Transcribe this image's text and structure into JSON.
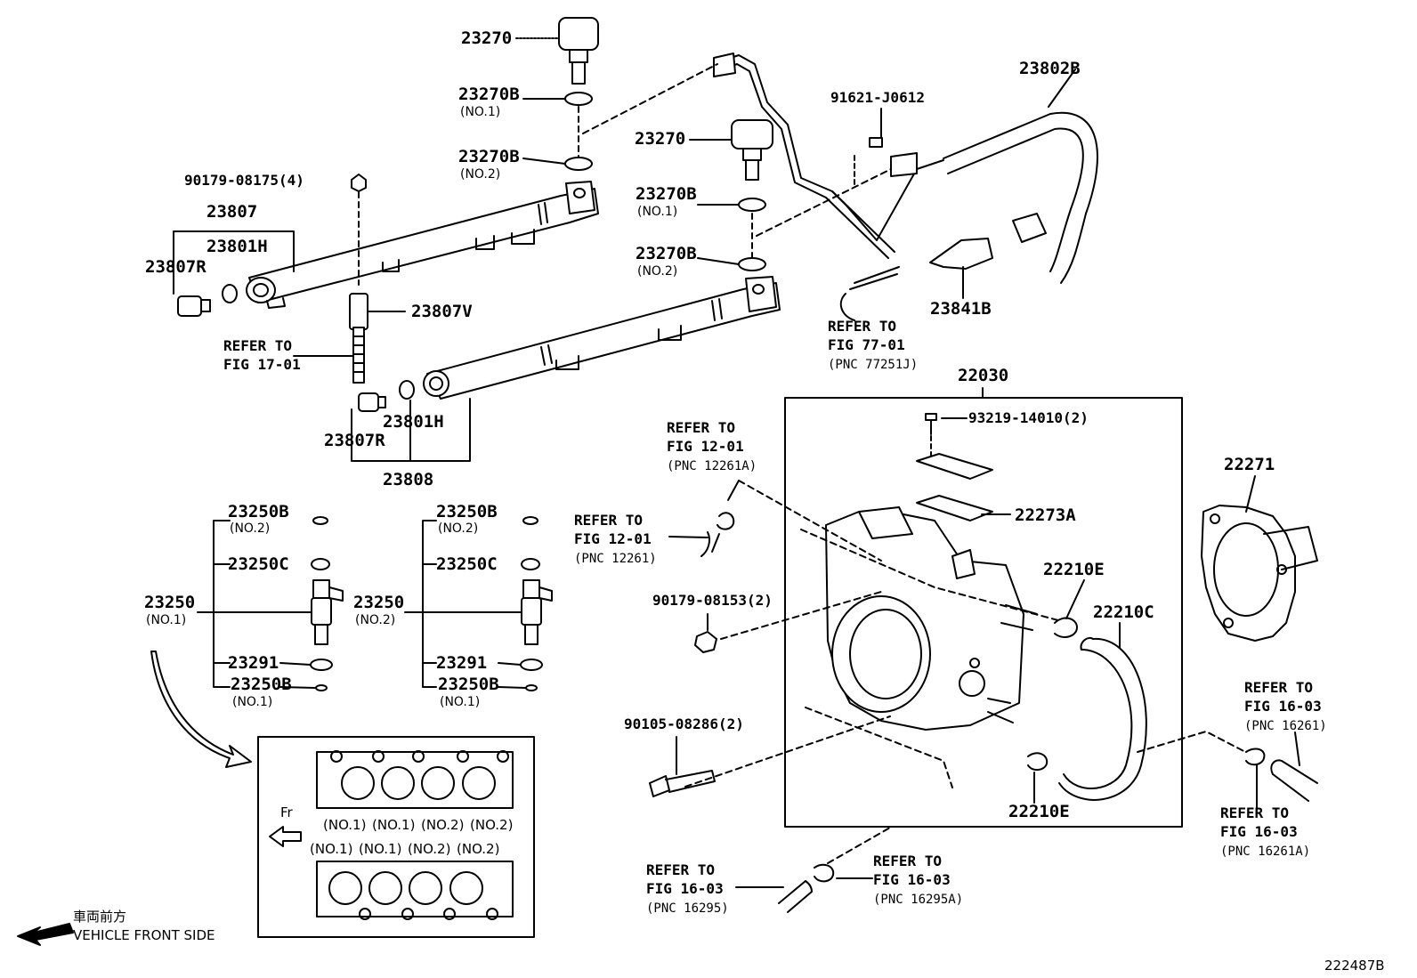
{
  "labels": {
    "p23270_a": "23270",
    "p23270b_no1_a": "23270B",
    "no1_a": "(NO.1)",
    "p23270b_no2_a": "23270B",
    "no2_a": "(NO.2)",
    "p90179_08175": "90179-08175(4)",
    "p23807": "23807",
    "p23801h_a": "23801H",
    "p23807r_a": "23807R",
    "p23807v": "23807V",
    "p23270_b": "23270",
    "p23270b_no1_b": "23270B",
    "no1_b": "(NO.1)",
    "p23270b_no2_b": "23270B",
    "no2_b": "(NO.2)",
    "p91621": "91621-J0612",
    "p23802b": "23802B",
    "p23841b": "23841B",
    "p23801h_b": "23801H",
    "p23807r_b": "23807R",
    "p23808": "23808",
    "p22030": "22030",
    "p93219": "93219-14010(2)",
    "p22273a": "22273A",
    "p22271": "22271",
    "p22210e_a": "22210E",
    "p22210c": "22210C",
    "p22210e_b": "22210E",
    "p90179_08153": "90179-08153(2)",
    "p90105_08286": "90105-08286(2)",
    "p23250b_a": "23250B",
    "no2_c": "(NO.2)",
    "p23250c_a": "23250C",
    "p23250_a": "23250",
    "no1_c": "(NO.1)",
    "p23291_a": "23291",
    "p23250b_b": "23250B",
    "no1_d": "(NO.1)",
    "p23250b_c": "23250B",
    "no2_d": "(NO.2)",
    "p23250c_b": "23250C",
    "p23250_b": "23250",
    "no2_e": "(NO.2)",
    "p23291_b": "23291",
    "p23250b_d": "23250B",
    "no1_e": "(NO.1)"
  },
  "refs": {
    "r1": {
      "l1": "REFER TO",
      "l2": "FIG 17-01",
      "pnc": ""
    },
    "r2": {
      "l1": "REFER TO",
      "l2": "FIG 77-01",
      "pnc": "(PNC 77251J)"
    },
    "r3": {
      "l1": "REFER TO",
      "l2": "FIG 12-01",
      "pnc": "(PNC 12261A)"
    },
    "r4": {
      "l1": "REFER TO",
      "l2": "FIG 12-01",
      "pnc": "(PNC 12261)"
    },
    "r5": {
      "l1": "REFER TO",
      "l2": "FIG 16-03",
      "pnc": "(PNC 16261)"
    },
    "r6": {
      "l1": "REFER TO",
      "l2": "FIG 16-03",
      "pnc": "(PNC 16261A)"
    },
    "r7": {
      "l1": "REFER TO",
      "l2": "FIG 16-03",
      "pnc": "(PNC 16295)"
    },
    "r8": {
      "l1": "REFER TO",
      "l2": "FIG 16-03",
      "pnc": "(PNC 16295A)"
    }
  },
  "inset": {
    "fr": "Fr",
    "row_top": [
      "(NO.1)",
      "(NO.1)",
      "(NO.2)",
      "(NO.2)"
    ],
    "row_bottom": [
      "(NO.1)",
      "(NO.1)",
      "(NO.2)",
      "(NO.2)"
    ]
  },
  "front": {
    "jp": "車両前方",
    "en": "VEHICLE FRONT SIDE"
  },
  "figure_id": "222487B"
}
